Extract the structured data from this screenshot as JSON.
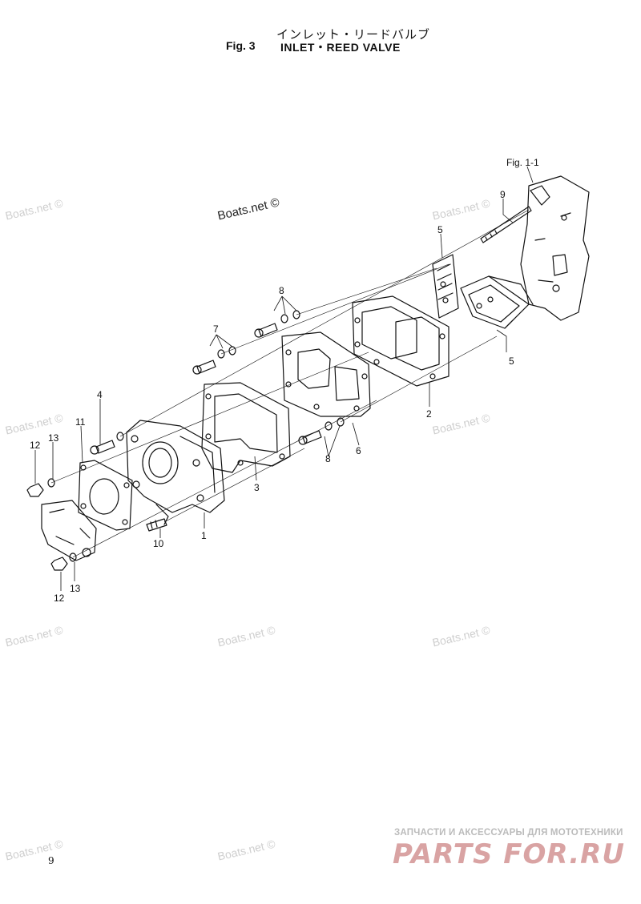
{
  "header": {
    "title_jp": "インレット・リードバルブ",
    "fig_number": "Fig. 3",
    "title_en": "INLET・REED VALVE"
  },
  "reference_label": "Fig. 1-1",
  "watermark_text": "Boats.net ©",
  "part_labels": [
    "1",
    "2",
    "3",
    "4",
    "5",
    "5",
    "6",
    "7",
    "8",
    "8",
    "9",
    "10",
    "11",
    "12",
    "12",
    "13",
    "13"
  ],
  "footer": {
    "page_number": "9",
    "ru_caption": "ЗАПЧАСТИ И АКСЕССУАРЫ ДЛЯ МОТОТЕХНИКИ",
    "logo_text": "PARTS FOR.RU"
  },
  "colors": {
    "line": "#111111",
    "watermark": "#cfcfcf",
    "logo": "#d9a3a3"
  }
}
